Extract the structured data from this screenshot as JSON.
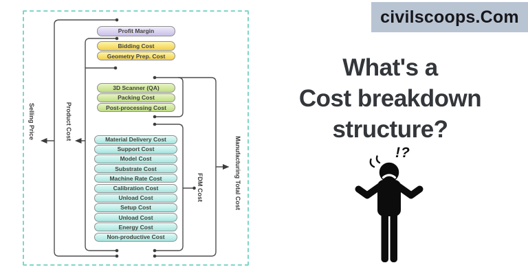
{
  "colors": {
    "frame_dash": "#7ed5c8",
    "connector": "#4d4d4d",
    "banner_bg": "#b9c4d3",
    "banner_text": "#17171b",
    "headline_text": "#33363a",
    "box_purple": "#c9c0e8",
    "box_yellow": "#f2cf4e",
    "box_green": "#bedd85",
    "box_teal": "#a7e6df"
  },
  "banner": {
    "text": "civilscoops.Com"
  },
  "headline": {
    "lines": [
      "What's a",
      "Cost breakdown",
      "structure?"
    ]
  },
  "person": {
    "exclamation": "!?"
  },
  "flowchart": {
    "labels": {
      "selling_price": "Selling Price",
      "product_cost": "Product Cost",
      "fdm_cost": "FDM Cost",
      "manufacturing_total_cost": "Manufacturing Total Cost"
    },
    "groups": {
      "profit": {
        "items": [
          "Profit Margin"
        ]
      },
      "preparation": {
        "items": [
          "Bidding Cost",
          "Geometry Prep. Cost"
        ]
      },
      "post_processing": {
        "items": [
          "3D Scanner (QA)",
          "Packing Cost",
          "Post-processing Cost"
        ]
      },
      "fdm": {
        "items": [
          "Material Delivery Cost",
          "Support Cost",
          "Model Cost",
          "Substrate Cost",
          "Machine Rate Cost",
          "Calibration Cost",
          "Unload Cost",
          "Setup Cost",
          "Unload Cost",
          "Energy Cost",
          "Non-productive Cost"
        ]
      }
    }
  }
}
